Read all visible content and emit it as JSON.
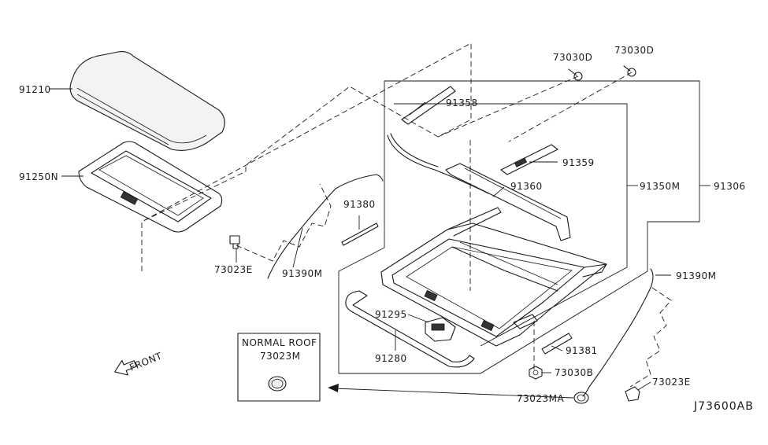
{
  "labels": {
    "p91210": "91210",
    "p91250n": "91250N",
    "p73030d_a": "73030D",
    "p73030d_b": "73030D",
    "p91358": "91358",
    "p91359": "91359",
    "p91360": "91360",
    "p91350m": "91350M",
    "p91306": "91306",
    "p91380": "91380",
    "p91390m_left": "91390M",
    "p73023e_left": "73023E",
    "p91390m_right": "91390M",
    "p91295": "91295",
    "p91280": "91280",
    "p91381": "91381",
    "p73030b": "73030B",
    "p73023e_right": "73023E",
    "p73023ma": "73023MA",
    "front": "FRONT",
    "inset_title": "NORMAL ROOF",
    "inset_part": "73023M",
    "diagram_id": "J73600AB"
  }
}
